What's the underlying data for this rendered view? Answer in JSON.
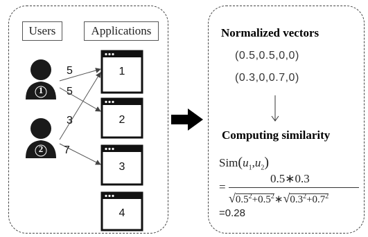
{
  "left_panel": {
    "users_header": "Users",
    "applications_header": "Applications",
    "user_badges": [
      "1",
      "2"
    ],
    "application_labels": [
      "1",
      "2",
      "3",
      "4"
    ],
    "edge_weights": [
      {
        "from": "user-1",
        "to": "app-1",
        "weight": "5"
      },
      {
        "from": "user-1",
        "to": "app-2",
        "weight": "5"
      },
      {
        "from": "user-2",
        "to": "app-1",
        "weight": "3"
      },
      {
        "from": "user-2",
        "to": "app-3",
        "weight": "7"
      }
    ]
  },
  "right_panel": {
    "title": "Normalized vectors",
    "vector_1": "(0.5,0.5,0,0)",
    "vector_2": "(0.3,0,0.7,0)",
    "subtitle": "Computing similarity",
    "sim_prefix": "Sim",
    "sim_args": [
      "u",
      "1",
      "u",
      "2"
    ],
    "equals": "=",
    "numerator": "0.5∗0.3",
    "denominator": {
      "left_terms": [
        "0.5",
        "0.5"
      ],
      "right_terms": [
        "0.3",
        "0.7"
      ],
      "exponent": "2",
      "plus": "+",
      "times": "∗"
    },
    "result": "=0.28"
  },
  "colors": {
    "ink": "#222222",
    "icon": "#1a1a1a",
    "arrow": "#000000"
  }
}
